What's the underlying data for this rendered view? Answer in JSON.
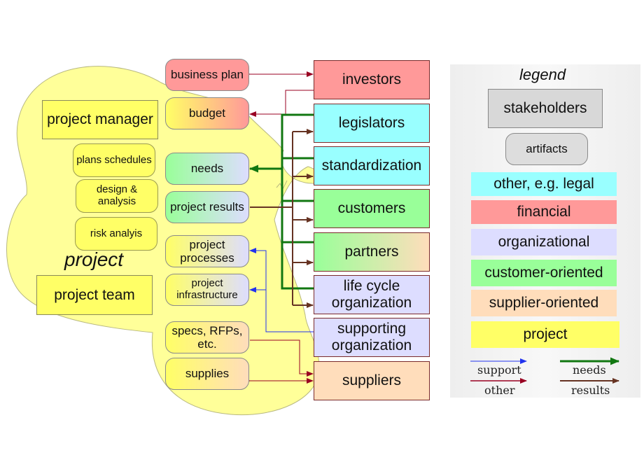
{
  "legend": {
    "title": "legend",
    "stakeholders": "stakeholders",
    "artifacts": "artifacts",
    "categories": [
      {
        "label": "other, e.g. legal",
        "color": "#99ffff"
      },
      {
        "label": "financial",
        "color": "#ff9999"
      },
      {
        "label": "organizational",
        "color": "#ddddff"
      },
      {
        "label": "customer-oriented",
        "color": "#99ff99"
      },
      {
        "label": "supplier-oriented",
        "color": "#ffddbb"
      },
      {
        "label": "project",
        "color": "#ffff66"
      }
    ],
    "arrows": {
      "support": "support",
      "other": "other",
      "needs": "needs",
      "results": "results"
    },
    "arrow_colors": {
      "support": "#2233ee",
      "other": "#990022",
      "needs": "#117711",
      "results": "#663322"
    }
  },
  "project": {
    "label": "project",
    "manager": "project manager",
    "team": "project team",
    "tasks": [
      "plans schedules",
      "design & analysis",
      "risk analyis"
    ]
  },
  "artifacts": [
    {
      "id": "business-plan",
      "label": "business plan"
    },
    {
      "id": "budget",
      "label": "budget"
    },
    {
      "id": "needs",
      "label": "needs"
    },
    {
      "id": "project-results",
      "label": "project results"
    },
    {
      "id": "project-processes",
      "label": "project processes"
    },
    {
      "id": "project-infrastructure",
      "label": "project infrastructure"
    },
    {
      "id": "specs",
      "label": "specs, RFPs, etc."
    },
    {
      "id": "supplies",
      "label": "supplies"
    }
  ],
  "stakeholders": [
    {
      "id": "investors",
      "label": "investors"
    },
    {
      "id": "legislators",
      "label": "legislators"
    },
    {
      "id": "standardization",
      "label": "standardization"
    },
    {
      "id": "customers",
      "label": "customers"
    },
    {
      "id": "partners",
      "label": "partners"
    },
    {
      "id": "life-cycle-organization",
      "label": "life cycle organization"
    },
    {
      "id": "supporting-organization",
      "label": "supporting organization"
    },
    {
      "id": "suppliers",
      "label": "suppliers"
    }
  ]
}
